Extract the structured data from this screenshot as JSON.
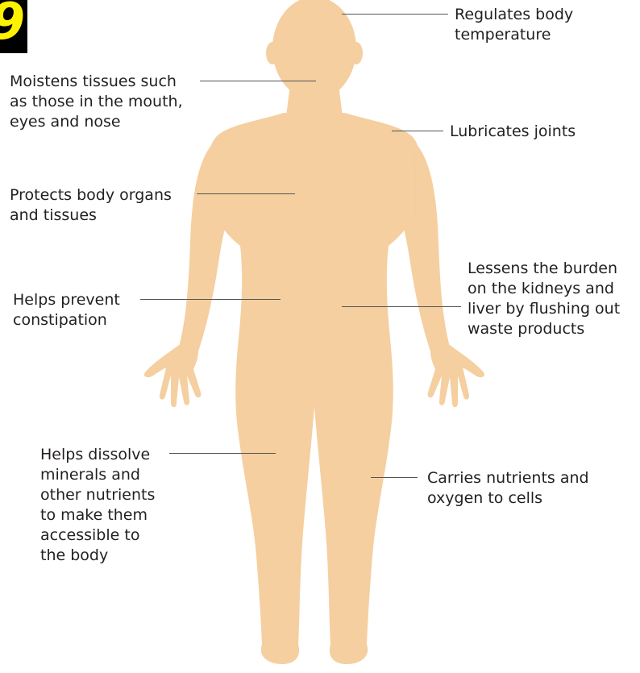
{
  "figure": {
    "body_color": "#f5cfa0",
    "label_color": "#231f20",
    "leader_line_color": "#555555",
    "corner_badge": {
      "background": "#000000",
      "glyph_color": "#fdf200",
      "glyph": "9"
    }
  },
  "labels": {
    "temperature": [
      "Regulates body",
      "temperature"
    ],
    "moistens": [
      "Moistens tissues such",
      "as those in the mouth,",
      "eyes and nose"
    ],
    "joints": [
      "Lubricates joints"
    ],
    "organs": [
      "Protects body organs",
      "and tissues"
    ],
    "kidneys": [
      "Lessens the burden",
      "on the kidneys and",
      "liver by flushing out",
      "waste products"
    ],
    "constipation": [
      "Helps prevent",
      "constipation"
    ],
    "minerals": [
      "Helps dissolve",
      "minerals and",
      "other nutrients",
      "to make them",
      "accessible to",
      "the body"
    ],
    "nutrients": [
      "Carries nutrients and",
      "oxygen to cells"
    ]
  }
}
